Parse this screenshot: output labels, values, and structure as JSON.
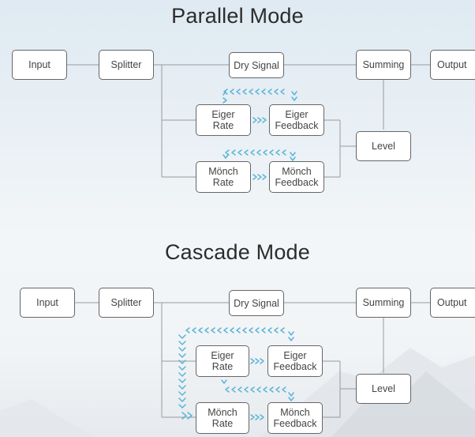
{
  "parallel": {
    "title": "Parallel Mode",
    "nodes": {
      "input": "Input",
      "splitter": "Splitter",
      "dry_signal": "Dry Signal",
      "summing": "Summing",
      "output": "Output",
      "eiger_rate": "Eiger\nRate",
      "eiger_feedback": "Eiger\nFeedback",
      "monch_rate": "Mönch\nRate",
      "monch_feedback": "Mönch\nFeedback",
      "level": "Level"
    }
  },
  "cascade": {
    "title": "Cascade Mode",
    "nodes": {
      "input": "Input",
      "splitter": "Splitter",
      "dry_signal": "Dry Signal",
      "summing": "Summing",
      "output": "Output",
      "eiger_rate": "Eiger\nRate",
      "eiger_feedback": "Eiger\nFeedback",
      "monch_rate": "Mönch\nRate",
      "monch_feedback": "Mönch\nFeedback",
      "level": "Level"
    }
  },
  "colors": {
    "line": "#9a9a9a",
    "node_border": "#666666",
    "arrow": "#5ab4d6"
  }
}
